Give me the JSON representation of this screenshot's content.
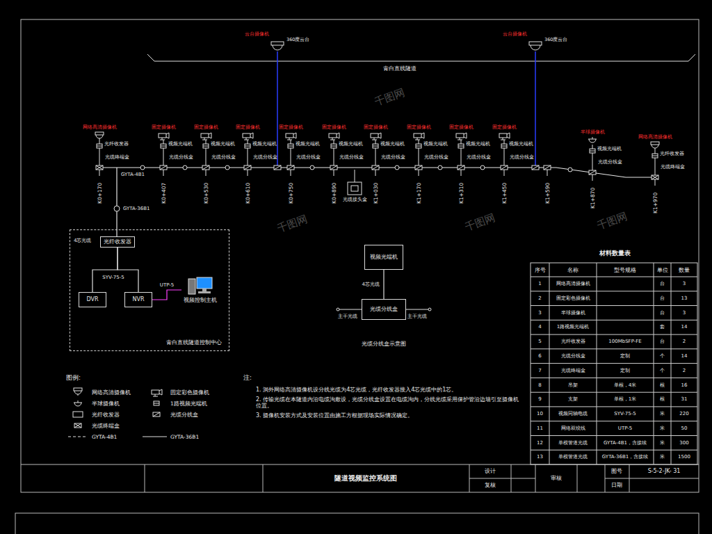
{
  "diagram": {
    "title": "隧道视频监控系统图",
    "nodes": [
      {
        "text": [
          "青白直线隧道控制中心"
        ]
      },
      {
        "text": [
          "光纤收发器"
        ],
        "in": 0
      },
      {
        "text": [
          "DVR"
        ],
        "in": 0
      },
      {
        "text": [
          "NVR"
        ],
        "in": 0
      },
      {
        "text": [
          "视频控制主机"
        ],
        "in": 0
      },
      {
        "text": [
          "视频光端机"
        ]
      },
      {
        "text": [
          "光缆分线盒"
        ]
      }
    ],
    "edges": [
      {
        "from": 1,
        "to": 2,
        "arrow": "none"
      },
      {
        "from": 1,
        "to": 3,
        "arrow": "none"
      },
      {
        "from": 3,
        "to": 4,
        "label": "UTP-5",
        "arrow": "none"
      },
      {
        "from": 5,
        "to": 6,
        "label": "4芯光缆",
        "arrow": "none"
      }
    ],
    "labels": [
      "K0+170",
      "K0+407",
      "K0+530",
      "K0+610",
      "K0+750",
      "K0+890",
      "K1+030",
      "K1+170",
      "K1+310",
      "K1+450",
      "K1+590",
      "K1+870",
      "K1+970",
      "网络高清摄像机",
      "光纤收发器",
      "光缆终端盒",
      "固定摄像机",
      "视频光端机",
      "光缆分线盒",
      "固定摄像机",
      "视频光端机",
      "光缆分线盒",
      "固定摄像机",
      "视频光端机",
      "光缆分线盒",
      "固定摄像机",
      "视频光端机",
      "光缆分线盒",
      "固定摄像机",
      "视频光端机",
      "光缆分线盒",
      "固定摄像机",
      "视频光端机",
      "光缆分线盒",
      "固定摄像机",
      "视频光端机",
      "光缆分线盒",
      "固定摄像机",
      "视频光端机",
      "光缆分线盒",
      "固定摄像机",
      "视频光端机",
      "光缆分线盒",
      "半球摄像机",
      "视频光端机",
      "光缆分线盒",
      "网络高清摄像机",
      "光纤收发器",
      "光缆终端盒",
      "云台摄像机",
      "360度云台",
      "云台摄像机",
      "360度云台",
      "青白直线隧道",
      "GYTA-4B1",
      "GYTA-36B1",
      "光缆接头盒",
      "4芯光缆",
      "SYV-75-5",
      "主干光缆",
      "主干光缆",
      "光缆分线盒示意图",
      "材料数量表",
      "序号",
      "名称",
      "型号规格",
      "单位",
      "数量",
      "1",
      "网络高清摄像机",
      "台",
      "3",
      "2",
      "固定彩色摄像机",
      "台",
      "13",
      "3",
      "半球摄像机",
      "台",
      "3",
      "4",
      "1路视频光端机",
      "套",
      "14",
      "5",
      "光纤收发器",
      "100MbSFP-FE",
      "台",
      "2",
      "6",
      "光缆分线盒",
      "定制",
      "个",
      "14",
      "7",
      "光缆终端盒",
      "定制",
      "个",
      "2",
      "8",
      "吊架",
      "单根，4米",
      "根",
      "16",
      "9",
      "支架",
      "单根，1米",
      "根",
      "31",
      "10",
      "视频同轴电缆",
      "SYV-75-5",
      "米",
      "220",
      "11",
      "网络双绞线",
      "UTP-5",
      "米",
      "50",
      "12",
      "单模管道光缆",
      "GYTA-4B1，含接续",
      "米",
      "300",
      "13",
      "单模管道光缆",
      "GYTA-36B1，含接续",
      "米",
      "1500",
      "图例:",
      "注:",
      "1. 洞外网络高清摄像机设分线光缆为4芯光缆，光纤收发器接入4芯光缆中的1芯。",
      "2. 传输光缆在本隧道内沿电缆沟敷设，光缆分线盒设置在电缆沟内，分线光缆采用保护管沿边墙引至摄像机位置。",
      "3. 摄像机安装方式及安装位置由施工方根据现场实际情况确定。",
      "设计",
      "复核",
      "审核",
      "图号",
      "S-5-2-JK- 31",
      "日期",
      "千图网",
      "千图网",
      "千图网",
      "千图网"
    ],
    "legend": [
      {
        "text": "网络高清摄像机"
      },
      {
        "text": "固定彩色摄像机"
      },
      {
        "text": "半球摄像机"
      },
      {
        "text": "1路视频光端机"
      },
      {
        "text": "光纤收发器"
      },
      {
        "text": "光缆分线盒"
      },
      {
        "text": "光缆终端盒"
      },
      {
        "text": "GYTA-4B1"
      },
      {
        "text": "GYTA-36B1"
      }
    ]
  }
}
